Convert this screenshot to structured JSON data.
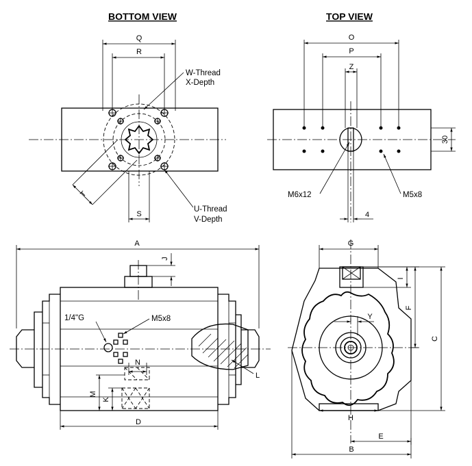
{
  "views": {
    "bottom_title": "BOTTOM VIEW",
    "top_title": "TOP VIEW"
  },
  "bottom_view": {
    "dims": {
      "Q": "Q",
      "R": "R",
      "S": "S",
      "T": "T"
    },
    "thread_w": "W-Thread",
    "depth_x": "X-Depth",
    "thread_u": "U-Thread",
    "depth_v": "V-Depth"
  },
  "top_view": {
    "dims": {
      "O": "O",
      "P": "P",
      "Z": "Z",
      "dim_30": "30",
      "dim_4": "4"
    },
    "hole_left": "M6x12",
    "hole_right": "M5x8"
  },
  "front_view": {
    "dims": {
      "A": "A",
      "J": "J",
      "D": "D",
      "N": "N",
      "M": "M",
      "K": "K",
      "L": "L"
    },
    "port_g": "1/4\"G",
    "port_m5": "M5x8"
  },
  "side_view": {
    "dims": {
      "G": "G",
      "I": "I",
      "F": "F",
      "C": "C",
      "Y": "Y",
      "H": "H",
      "E": "E",
      "B": "B"
    }
  }
}
